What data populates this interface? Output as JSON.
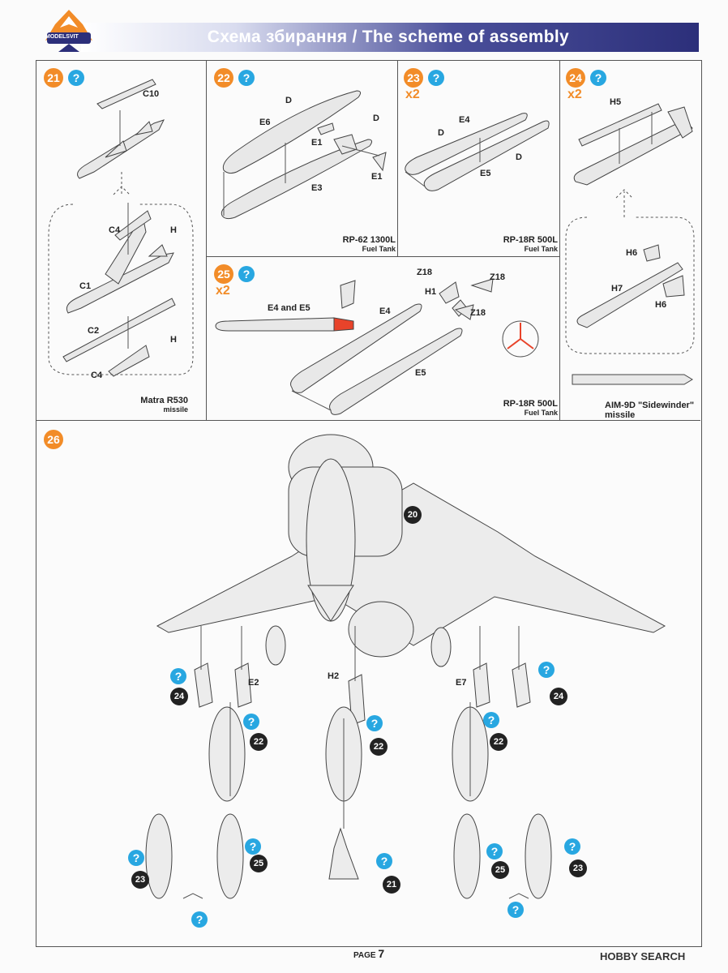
{
  "header": {
    "logo_text": "MODELSVIT",
    "title": "Схема збирання / The scheme of assembly"
  },
  "steps": {
    "s21": {
      "number": "21",
      "help": "?",
      "labels": [
        "C10",
        "C4",
        "C1",
        "C2",
        "C4",
        "H",
        "H"
      ],
      "caption": "Matra R530",
      "subcaption": "missile"
    },
    "s22": {
      "number": "22",
      "help": "?",
      "labels": [
        "E6",
        "D",
        "D",
        "E1",
        "E1",
        "E3"
      ],
      "caption": "RP-62 1300L",
      "subcaption": "Fuel Tank"
    },
    "s23": {
      "number": "23",
      "help": "?",
      "multiplier": "x2",
      "labels": [
        "D",
        "E4",
        "D",
        "E5"
      ],
      "caption": "RP-18R 500L",
      "subcaption": "Fuel Tank"
    },
    "s24": {
      "number": "24",
      "help": "?",
      "multiplier": "x2",
      "labels": [
        "H5",
        "H6",
        "H7",
        "H6"
      ],
      "caption": "AIM-9D \"Sidewinder\"",
      "subcaption": "missile"
    },
    "s25": {
      "number": "25",
      "help": "?",
      "multiplier": "x2",
      "labels": [
        "E4 and E5",
        "Z18",
        "Z18",
        "H1",
        "Z18",
        "E4",
        "E5"
      ],
      "caption": "RP-18R 500L",
      "subcaption": "Fuel Tank"
    },
    "s26": {
      "number": "26",
      "labels": [
        "E2",
        "H2",
        "E7"
      ],
      "refs": [
        "20",
        "24",
        "24",
        "22",
        "22",
        "22",
        "23",
        "25",
        "21",
        "25",
        "23"
      ],
      "help": "?"
    }
  },
  "footer": {
    "page_label": "PAGE",
    "page_number": "7",
    "watermark": "HOBBY SEARCH"
  }
}
